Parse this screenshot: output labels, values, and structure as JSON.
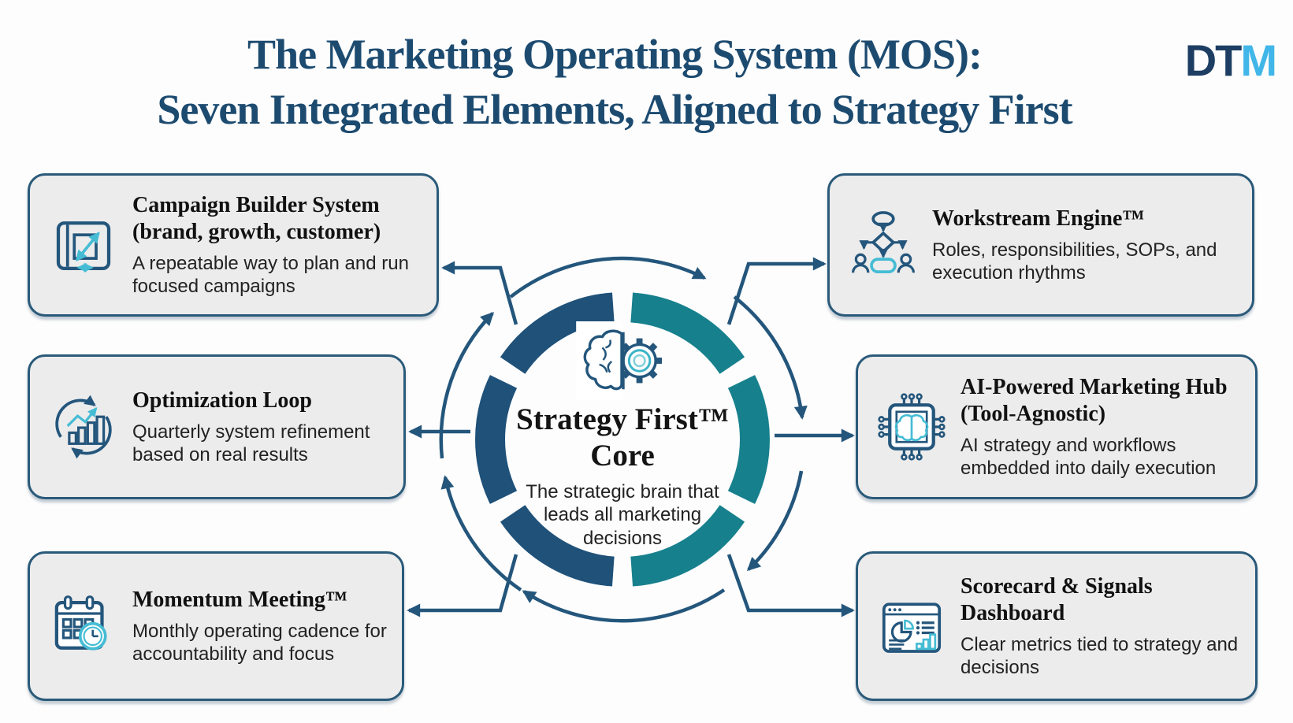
{
  "title": {
    "line1": "The Marketing Operating System (MOS):",
    "line2": "Seven Integrated Elements, Aligned to Strategy First"
  },
  "logo": {
    "dark": "DT",
    "light": "M"
  },
  "core": {
    "heading_line1": "Strategy First™",
    "heading_line2": "Core",
    "description": "The strategic brain that leads all marketing decisions",
    "icon": "brain-gear-icon"
  },
  "elements": [
    {
      "title": "Campaign Builder System (brand, growth, customer)",
      "description": "A repeatable way to plan and run focused campaigns",
      "icon": "blueprint-arrows-icon",
      "position": "top-left"
    },
    {
      "title": "Optimization Loop",
      "description": "Quarterly system refinement based on real results",
      "icon": "cycle-chart-icon",
      "position": "middle-left"
    },
    {
      "title": "Momentum Meeting™",
      "description": "Monthly operating cadence for accountability and focus",
      "icon": "calendar-clock-icon",
      "position": "bottom-left"
    },
    {
      "title": "Workstream Engine™",
      "description": "Roles, responsibilities, SOPs, and execution rhythms",
      "icon": "flowchart-people-icon",
      "position": "top-right"
    },
    {
      "title": "AI-Powered Marketing Hub (Tool-Agnostic)",
      "description": "AI strategy and workflows embedded into daily execution",
      "icon": "chip-brain-icon",
      "position": "middle-right"
    },
    {
      "title": "Scorecard & Signals Dashboard",
      "description": "Clear metrics tied to strategy and decisions",
      "icon": "dashboard-icon",
      "position": "bottom-right"
    }
  ],
  "colors": {
    "ring_navy": "#1f5179",
    "ring_teal": "#17808d",
    "arrow": "#24567c",
    "accent_cyan": "#45bcd4",
    "title_navy": "#1d4b70",
    "card_bg": "#ececec",
    "card_border": "#2a5a7a",
    "logo_dark": "#1d3e62",
    "logo_light": "#41b6e8"
  }
}
